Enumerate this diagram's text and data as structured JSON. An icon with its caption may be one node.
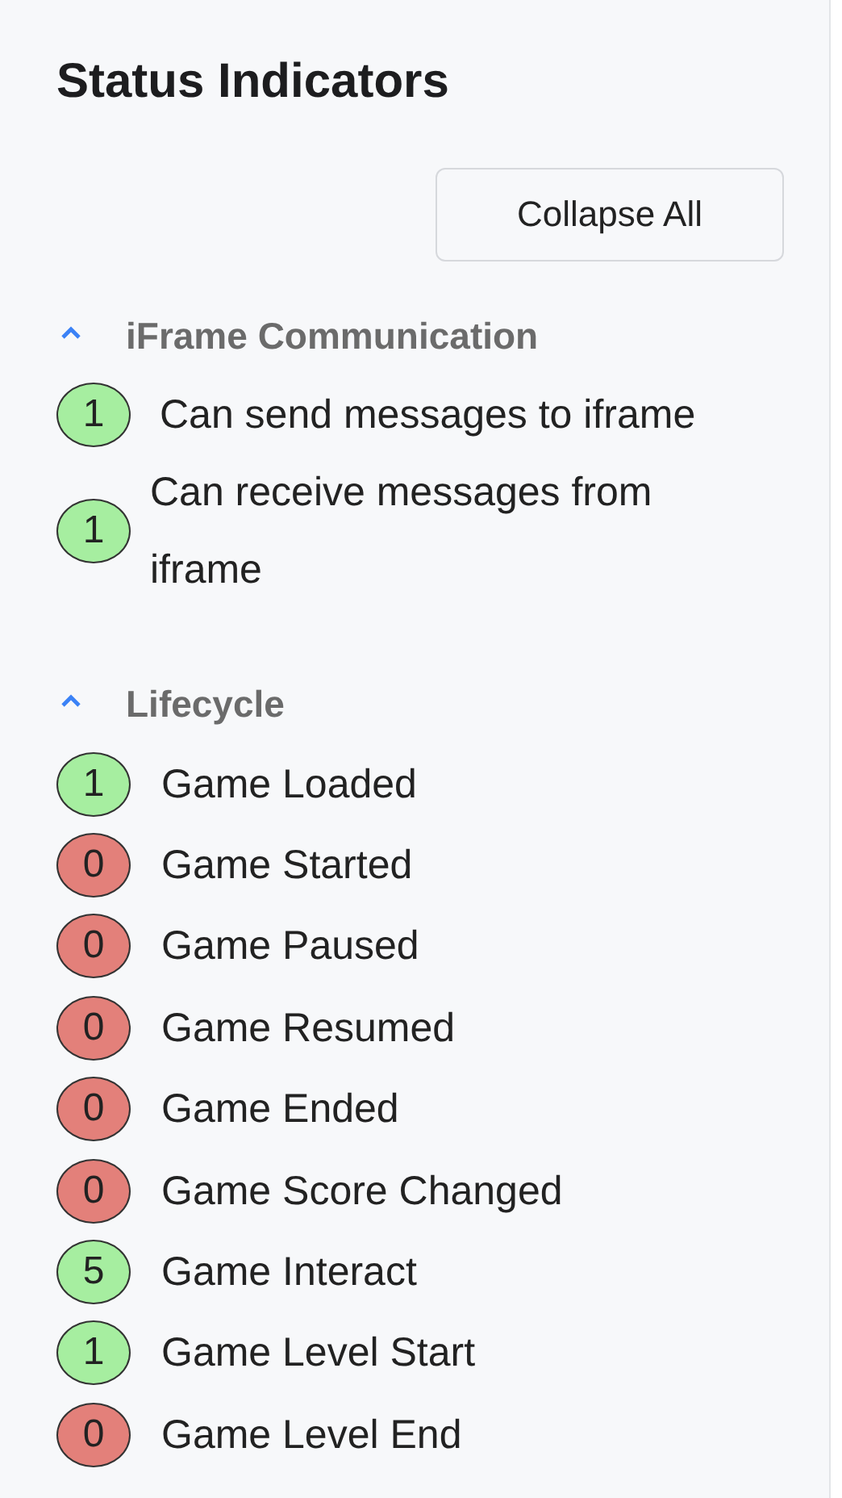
{
  "diagram": {
    "title": "Status Indicators",
    "nodes": [
      {
        "text": [
          "Collapse All"
        ]
      },
      {
        "text": [
          "1"
        ],
        "beside": [
          "Can send messages to iframe"
        ]
      },
      {
        "text": [
          "1"
        ],
        "beside": [
          "Can receive messages from iframe"
        ]
      },
      {
        "text": [
          "1"
        ],
        "beside": [
          "Game Loaded"
        ]
      },
      {
        "text": [
          "0"
        ],
        "beside": [
          "Game Started"
        ]
      },
      {
        "text": [
          "0"
        ],
        "beside": [
          "Game Paused"
        ]
      },
      {
        "text": [
          "0"
        ],
        "beside": [
          "Game Resumed"
        ]
      },
      {
        "text": [
          "0"
        ],
        "beside": [
          "Game Ended"
        ]
      },
      {
        "text": [
          "0"
        ],
        "beside": [
          "Game Score Changed"
        ]
      },
      {
        "text": [
          "5"
        ],
        "beside": [
          "Game Interact"
        ]
      },
      {
        "text": [
          "1"
        ],
        "beside": [
          "Game Level Start"
        ]
      },
      {
        "text": [
          "0"
        ],
        "beside": [
          "Game Level End"
        ]
      }
    ],
    "labels": [
      "iFrame Communication",
      "Lifecycle"
    ]
  }
}
